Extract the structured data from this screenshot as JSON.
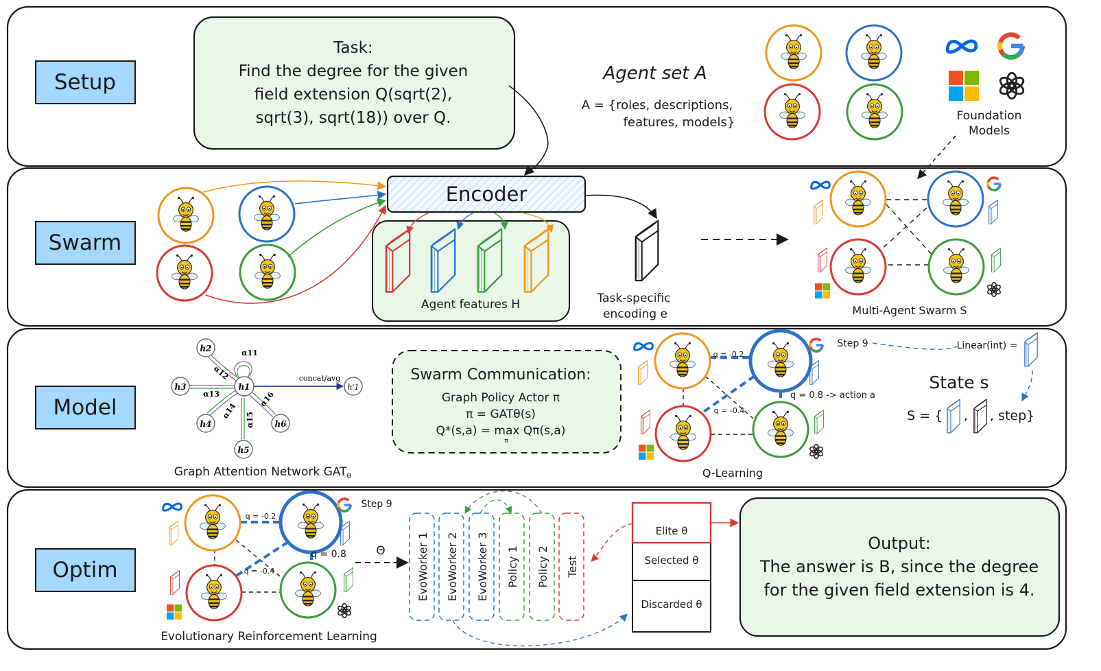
{
  "sections": {
    "setup": "Setup",
    "swarm": "Swarm",
    "model": "Model",
    "optim": "Optim"
  },
  "task": {
    "title": "Task:",
    "lines": [
      "Find the degree for the given",
      "field extension Q(sqrt(2),",
      "sqrt(3), sqrt(18)) over Q."
    ]
  },
  "agent_set": {
    "title": "Agent  set  A",
    "def_line1": "A = {roles, descriptions,",
    "def_line2": "features, models}"
  },
  "foundation_models": {
    "label_line1": "Foundation",
    "label_line2": "Models"
  },
  "encoder": "Encoder",
  "agent_features": "Agent features H",
  "task_encoding": {
    "line1": "Task-specific",
    "line2": "encoding e"
  },
  "swarm_label": "Multi-Agent Swarm S",
  "gat": {
    "caption": "Graph Attention Network GAT",
    "subscript": "θ",
    "concat": "concat/avg",
    "nodes": [
      "h2",
      "h3",
      "h1",
      "h4",
      "h5",
      "h6",
      "h'1"
    ],
    "alphas": [
      "α11",
      "α12",
      "α13",
      "α14",
      "α15",
      "α16"
    ]
  },
  "comm": {
    "title": "Swarm Communication:",
    "line1": "Graph Policy Actor π",
    "line2": "π = GATθ(s)",
    "line3": "Q*(s,a) = max Qπ(s,a)",
    "max_sub": "π"
  },
  "qlearning": {
    "caption": "Q-Learning",
    "step": "Step 9",
    "q1": "q = -0.2",
    "q2": "q = 0.8 -> action a",
    "q3": "q = -0.4",
    "linear": "Linear(int) ="
  },
  "state": {
    "title": "State s",
    "eq_prefix": "S = {",
    "eq_suffix": ", step}",
    "comma": ","
  },
  "optim": {
    "caption": "Evolutionary Reinforcement Learning",
    "step": "Step 9",
    "q1": "q = -0.2",
    "q2": "q = 0.8",
    "q3": "q = -0.4",
    "theta": "Θ",
    "columns": [
      "EvoWorker 1",
      "EvoWorker 2",
      "EvoWorker 3",
      "Policy 1",
      "Policy 2",
      "Test"
    ],
    "elite": "Elite θ",
    "selected": "Selected θ",
    "discarded": "Discarded θ"
  },
  "output": {
    "title": "Output:",
    "line1": "The answer is B, since the degree",
    "line2": "for the given field extension is 4."
  },
  "colors": {
    "orange": "#f0961e",
    "blue": "#2c72c7",
    "red": "#d83a34",
    "green": "#3b9c3b",
    "label_fill": "#a5d8ff",
    "green_fill": "#e8f7e8",
    "meta": "#0668e1"
  },
  "icons": [
    "bee-pilot-icon",
    "bee-scholar-icon",
    "bee-detective-icon",
    "bee-mechanic-icon",
    "meta-logo-icon",
    "google-logo-icon",
    "microsoft-logo-icon",
    "openai-logo-icon"
  ]
}
